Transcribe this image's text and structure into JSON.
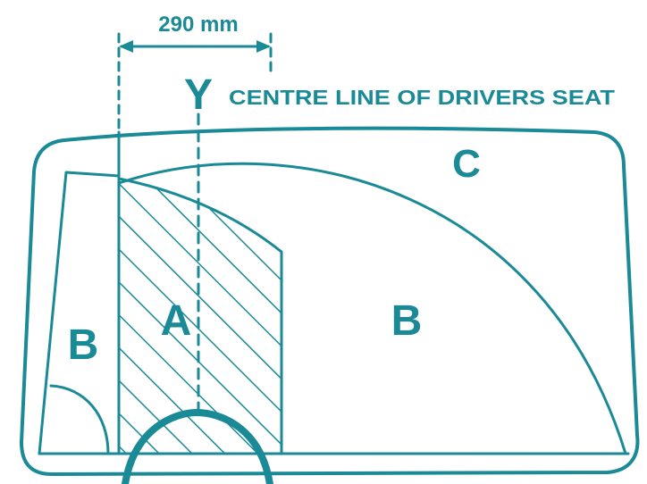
{
  "colors": {
    "ink": "#1a8a96",
    "background": "#ffffff"
  },
  "dimension": {
    "text": "290 mm"
  },
  "axis": {
    "letter": "Y",
    "caption": "CENTRE LINE OF DRIVERS SEAT"
  },
  "zones": {
    "a": "A",
    "b_left": "B",
    "b_right": "B",
    "c": "C"
  }
}
